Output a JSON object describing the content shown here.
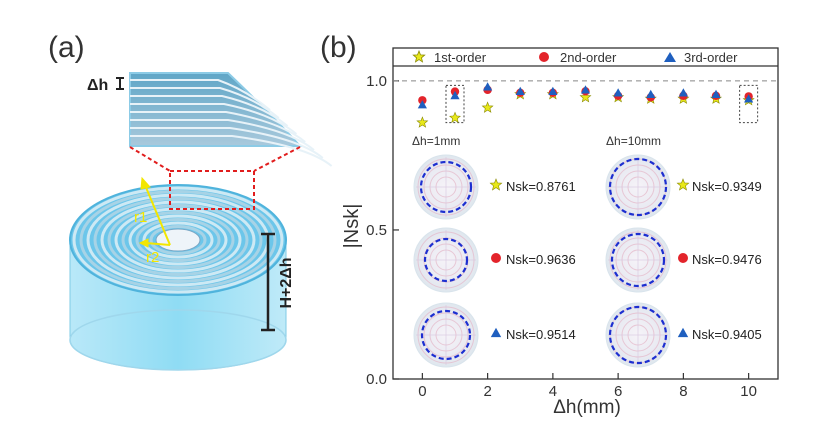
{
  "panel_a": {
    "label": "(a)",
    "dh_label": "Δh",
    "r1_label": "r1",
    "r2_label": "r2",
    "height_label": "H+2Δh",
    "colors": {
      "shell": "#7fd4f0",
      "shell_dark": "#3aa3cf",
      "inner": "#e8f1f8",
      "callout": "#e11d1d",
      "arrow": "#f2e600"
    }
  },
  "panel_b": {
    "label": "(b)",
    "inset_left_title": "Δh=1mm",
    "inset_right_title": "Δh=10mm",
    "insets_left": [
      {
        "order": "1st-order",
        "text": "Nsk=0.8761"
      },
      {
        "order": "2nd-order",
        "text": "Nsk=0.9636"
      },
      {
        "order": "3rd-order",
        "text": "Nsk=0.9514"
      }
    ],
    "insets_right": [
      {
        "order": "1st-order",
        "text": "Nsk=0.9349"
      },
      {
        "order": "2nd-order",
        "text": "Nsk=0.9476"
      },
      {
        "order": "3rd-order",
        "text": "Nsk=0.9405"
      }
    ]
  },
  "chart_data": {
    "type": "scatter",
    "xlabel": "Δh(mm)",
    "ylabel": "|Nsk|",
    "xlim": [
      -0.9,
      10.9
    ],
    "ylim": [
      0.0,
      1.05
    ],
    "xticks": [
      0,
      2,
      4,
      6,
      8,
      10
    ],
    "yticks": [
      0.0,
      0.5,
      1.0
    ],
    "ytick_labels": [
      "0.0",
      "0.5",
      "1.0"
    ],
    "reference_line": {
      "y": 1.0,
      "style": "dashed"
    },
    "legend_position": "top",
    "highlighted_x": [
      1,
      10
    ],
    "x": [
      0,
      1,
      2,
      3,
      4,
      5,
      6,
      7,
      8,
      9,
      10
    ],
    "series": [
      {
        "name": "1st-order",
        "marker": "star",
        "color": "#e8e81a",
        "values": [
          0.86,
          0.876,
          0.91,
          0.955,
          0.955,
          0.945,
          0.945,
          0.94,
          0.94,
          0.94,
          0.935
        ]
      },
      {
        "name": "2nd-order",
        "marker": "circle",
        "color": "#e3242b",
        "values": [
          0.935,
          0.964,
          0.97,
          0.96,
          0.96,
          0.965,
          0.95,
          0.945,
          0.95,
          0.95,
          0.948
        ]
      },
      {
        "name": "3rd-order",
        "marker": "triangle",
        "color": "#1f5fbf",
        "values": [
          0.92,
          0.951,
          0.98,
          0.965,
          0.965,
          0.97,
          0.96,
          0.955,
          0.96,
          0.955,
          0.94
        ]
      }
    ]
  }
}
